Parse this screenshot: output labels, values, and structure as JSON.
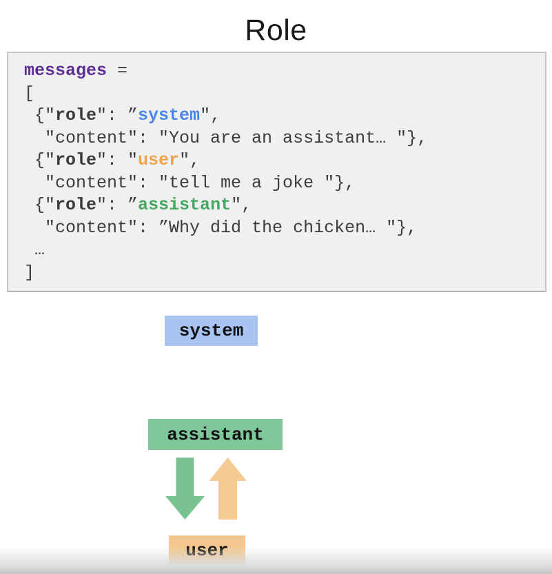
{
  "title": "Role",
  "code": {
    "lines": [
      [
        [
          "kw",
          "messages"
        ],
        [
          "plain",
          " ="
        ]
      ],
      [
        [
          "plain",
          "["
        ]
      ],
      [
        [
          "plain",
          " {\""
        ],
        [
          "key",
          "role"
        ],
        [
          "plain",
          "\": ”"
        ],
        [
          "blue",
          "system"
        ],
        [
          "plain",
          "\","
        ]
      ],
      [
        [
          "plain",
          "  \"content\": \"You are an assistant… \"},"
        ]
      ],
      [
        [
          "plain",
          " {\""
        ],
        [
          "key",
          "role"
        ],
        [
          "plain",
          "\": \""
        ],
        [
          "orange",
          "user"
        ],
        [
          "plain",
          "\","
        ]
      ],
      [
        [
          "plain",
          "  \"content\": \"tell me a joke \"},"
        ]
      ],
      [
        [
          "plain",
          " {\""
        ],
        [
          "key",
          "role"
        ],
        [
          "plain",
          "\": ”"
        ],
        [
          "green",
          "assistant"
        ],
        [
          "plain",
          "\","
        ]
      ],
      [
        [
          "plain",
          "  \"content\": ”Why did the chicken… \"},"
        ]
      ],
      [
        [
          "plain",
          " …"
        ]
      ],
      [
        [
          "plain",
          "]"
        ]
      ]
    ],
    "token_colors": {
      "keyword_purple": "#5e2f92",
      "plain_text": "#3d3d3d",
      "system_blue": "#4a86e8",
      "user_orange": "#f0a348",
      "assistant_green": "#44a85f"
    },
    "panel_background": "#f0f0f1",
    "panel_border": "#c3c6c9"
  },
  "diagram": {
    "system_box": {
      "label": "system",
      "bg": "#a9c3f3"
    },
    "assistant_box": {
      "label": "assistant",
      "bg": "#7ec79a"
    },
    "user_box": {
      "label": "user",
      "bg": "#f3c78f"
    },
    "arrow_down": {
      "color": "#79c391"
    },
    "arrow_up": {
      "color": "#f6ca94"
    }
  }
}
